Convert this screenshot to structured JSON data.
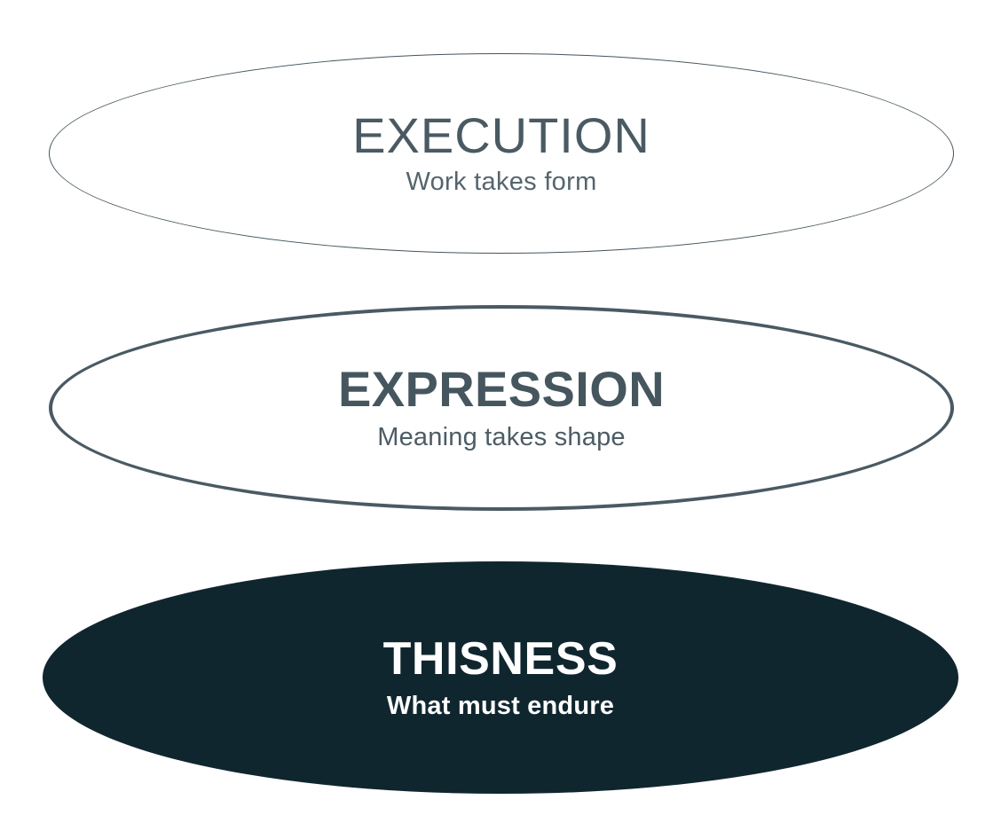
{
  "diagram": {
    "type": "stacked-ellipse-hierarchy",
    "background_color": "#ffffff",
    "layers": [
      {
        "id": "execution",
        "title": "EXECUTION",
        "subtitle": "Work takes form",
        "shape": "ellipse",
        "fill_color": "#ffffff",
        "stroke_color": "#44555E",
        "text_color": "#4A5A63",
        "emphasis": "light"
      },
      {
        "id": "expression",
        "title": "EXPRESSION",
        "subtitle": "Meaning takes shape",
        "shape": "ellipse",
        "fill_color": "#ffffff",
        "stroke_color": "#4A5A63",
        "text_color": "#46565F",
        "emphasis": "medium"
      },
      {
        "id": "thisness",
        "title": "THISNESS",
        "subtitle": "What must endure",
        "shape": "ellipse",
        "fill_color": "#10262F",
        "stroke_color": "none",
        "text_color": "#FFFFFF",
        "emphasis": "strong"
      }
    ]
  }
}
